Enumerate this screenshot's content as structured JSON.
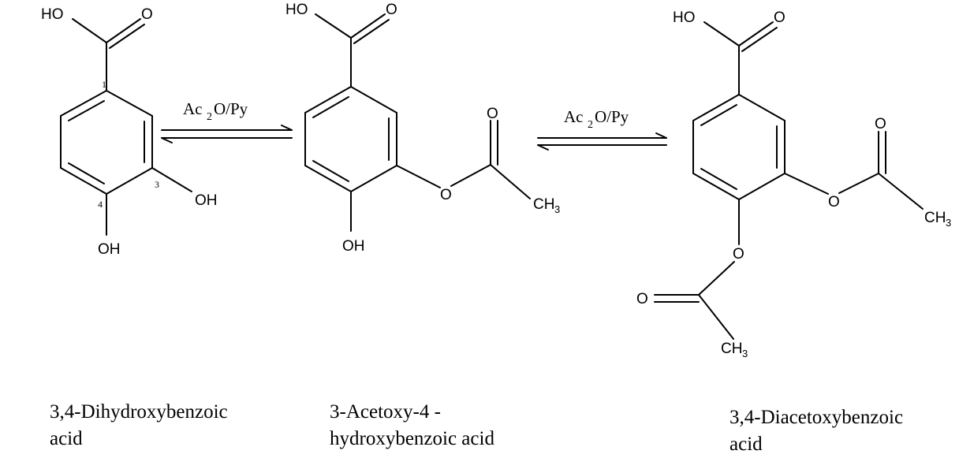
{
  "reagents": {
    "step1": {
      "main": "Ac",
      "sub": "2",
      "rest": "O/Py"
    },
    "step2": {
      "main": "Ac",
      "sub": "2",
      "rest": "O/Py"
    }
  },
  "atoms": {
    "hydroxyl_acid": "HO",
    "carbonyl_o": "O",
    "oh": "OH",
    "ester_o": "O",
    "methyl_main": "CH",
    "methyl_sub": "3"
  },
  "locants": {
    "c1": "1",
    "c3": "3",
    "c4": "4"
  },
  "compounds": [
    {
      "line1": "3,4-Dihydroxybenzoic",
      "line2": "acid"
    },
    {
      "line1": "3-Acetoxy-4 -",
      "line2": "hydroxybenzoic acid"
    },
    {
      "line1": "3,4-Diacetoxybenzoic",
      "line2": "acid"
    }
  ]
}
